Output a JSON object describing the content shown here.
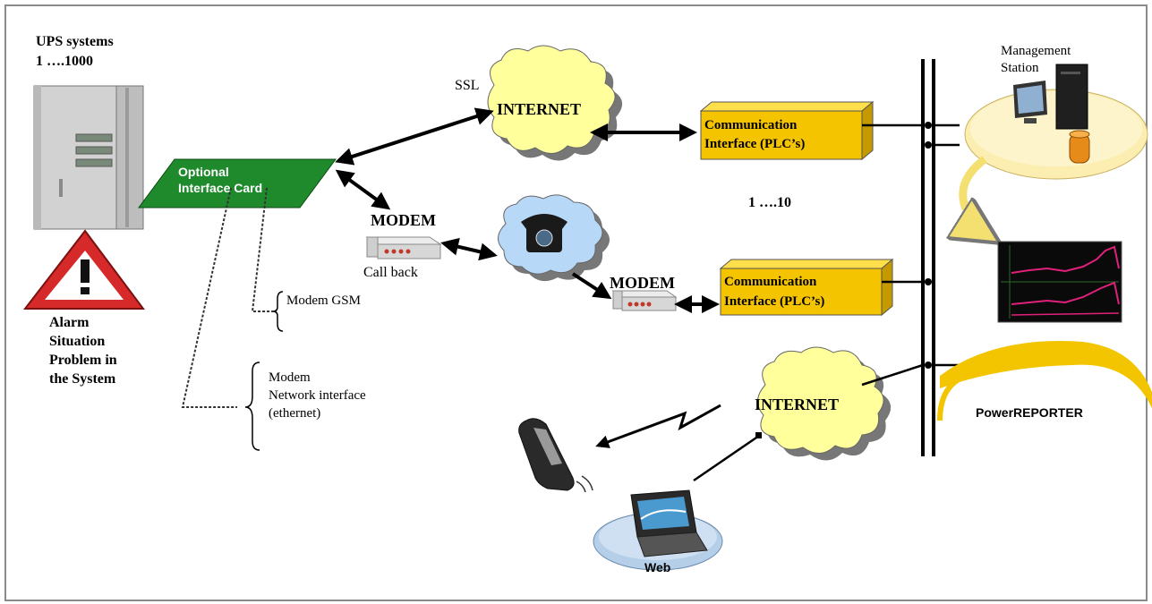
{
  "ups": {
    "title": "UPS systems",
    "range": "1 ….1000"
  },
  "alarm": {
    "lines": [
      "Alarm",
      "Situation",
      "Problem in",
      "the System"
    ]
  },
  "interface_card": {
    "lines": [
      "Optional",
      "Interface Card"
    ]
  },
  "internet_top": {
    "label": "INTERNET",
    "ssl_label": "SSL"
  },
  "internet_bottom": {
    "label": "INTERNET"
  },
  "comm_interface_top": {
    "lines": [
      "Communication",
      "Interface (PLC’s)"
    ]
  },
  "comm_interface_mid": {
    "lines": [
      "Communication",
      "Interface (PLC’s)"
    ]
  },
  "modem_left": {
    "label": "MODEM",
    "caption": "Call back"
  },
  "modem_right": {
    "label": "MODEM"
  },
  "plc_range": "1 ….10",
  "modem_gsm": "Modem GSM",
  "network_options": {
    "lines": [
      "Modem",
      "Network interface",
      "(ethernet)"
    ]
  },
  "management_station": {
    "lines": [
      "Management",
      "Station"
    ]
  },
  "power_reporter": "PowerREPORTER",
  "web_label": "Web",
  "colors": {
    "frame": "#8a8a8a",
    "card_green": "#1f8a2c",
    "plc_yellow": "#f5c400",
    "cloud_yellow": "#ffff9c",
    "cloud_blue": "#b8d8f8",
    "warning_red": "#d62a2a",
    "station_disc": "#fbeeb0",
    "web_disc": "#b5cfe8",
    "power_reporter_swoosh": "#f3c400"
  }
}
